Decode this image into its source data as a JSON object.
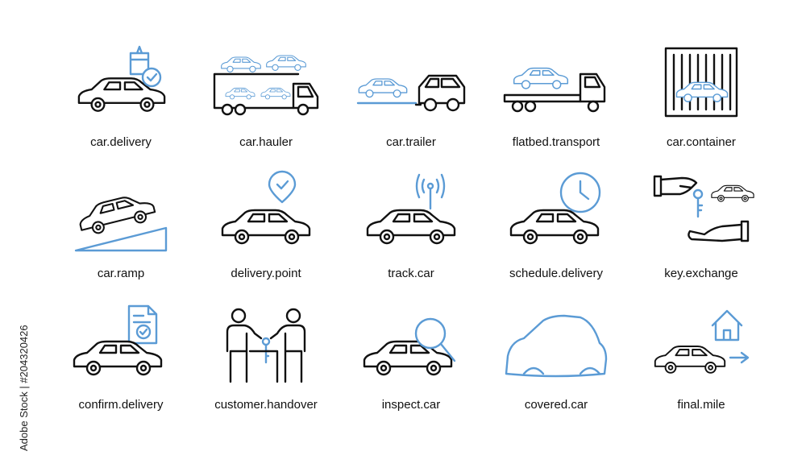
{
  "colors": {
    "ink": "#111111",
    "accent": "#5b9bd5",
    "background": "#ffffff"
  },
  "stock_id": "Adobe Stock | #204320426",
  "icons": [
    {
      "label": "car.delivery",
      "icon": "car-box-check-icon"
    },
    {
      "label": "car.hauler",
      "icon": "car-hauler-truck-icon"
    },
    {
      "label": "car.trailer",
      "icon": "car-trailer-icon"
    },
    {
      "label": "flatbed.transport",
      "icon": "flatbed-truck-icon"
    },
    {
      "label": "car.container",
      "icon": "car-container-icon"
    },
    {
      "label": "car.ramp",
      "icon": "car-ramp-icon"
    },
    {
      "label": "delivery.point",
      "icon": "car-location-pin-icon"
    },
    {
      "label": "track.car",
      "icon": "car-signal-tracker-icon"
    },
    {
      "label": "schedule.delivery",
      "icon": "car-clock-icon"
    },
    {
      "label": "key.exchange",
      "icon": "hands-key-car-icon"
    },
    {
      "label": "confirm.delivery",
      "icon": "car-document-check-icon"
    },
    {
      "label": "customer.handover",
      "icon": "people-handover-key-icon"
    },
    {
      "label": "inspect.car",
      "icon": "car-magnifier-icon"
    },
    {
      "label": "covered.car",
      "icon": "car-cover-icon"
    },
    {
      "label": "final.mile",
      "icon": "car-house-arrow-icon"
    }
  ]
}
